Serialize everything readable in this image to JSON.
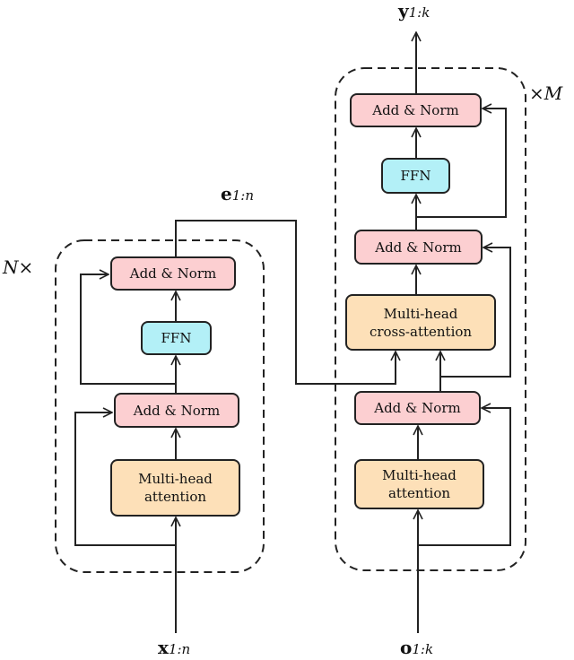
{
  "encoder": {
    "add_norm_top": "Add & Norm",
    "ffn": "FFN",
    "add_norm_bottom": "Add & Norm",
    "attention": "Multi-head\nattention",
    "repeat_label": "N×"
  },
  "decoder": {
    "add_norm_top": "Add & Norm",
    "ffn": "FFN",
    "add_norm_mid": "Add & Norm",
    "cross_attention": "Multi-head\ncross-attention",
    "add_norm_bottom": "Add & Norm",
    "attention": "Multi-head\nattention",
    "repeat_label": "×M"
  },
  "io": {
    "input_main": "x",
    "input_sub": "1:n",
    "encoded_main": "e",
    "encoded_sub": "1:n",
    "output_main": "y",
    "output_sub": "1:k",
    "decoder_input_main": "o",
    "decoder_input_sub": "1:k"
  },
  "colors": {
    "add_norm": "#fccfd1",
    "ffn": "#b3f0f7",
    "attention": "#fde0b8",
    "stroke": "#222222"
  }
}
